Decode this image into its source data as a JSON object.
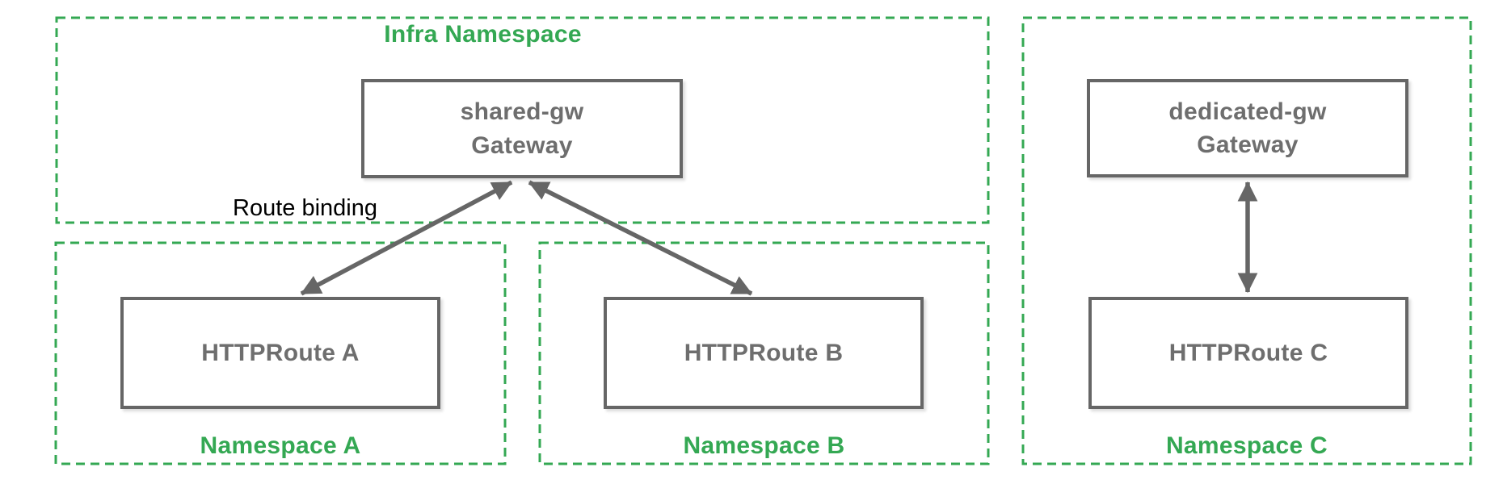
{
  "infra_namespace": {
    "label": "Infra Namespace",
    "gateway_name": "shared-gw",
    "gateway_kind": "Gateway"
  },
  "namespace_a": {
    "label": "Namespace A",
    "route_name": "HTTPRoute A"
  },
  "namespace_b": {
    "label": "Namespace B",
    "route_name": "HTTPRoute B"
  },
  "namespace_c": {
    "label": "Namespace C",
    "gateway_name": "dedicated-gw",
    "gateway_kind": "Gateway",
    "route_name": "HTTPRoute C"
  },
  "annotations": {
    "route_binding": "Route binding"
  },
  "colors": {
    "namespace_green": "#34a853",
    "box_border_gray": "#666666",
    "box_text_gray": "#6e6e6e",
    "annotation_black": "#000000",
    "background": "#ffffff"
  }
}
